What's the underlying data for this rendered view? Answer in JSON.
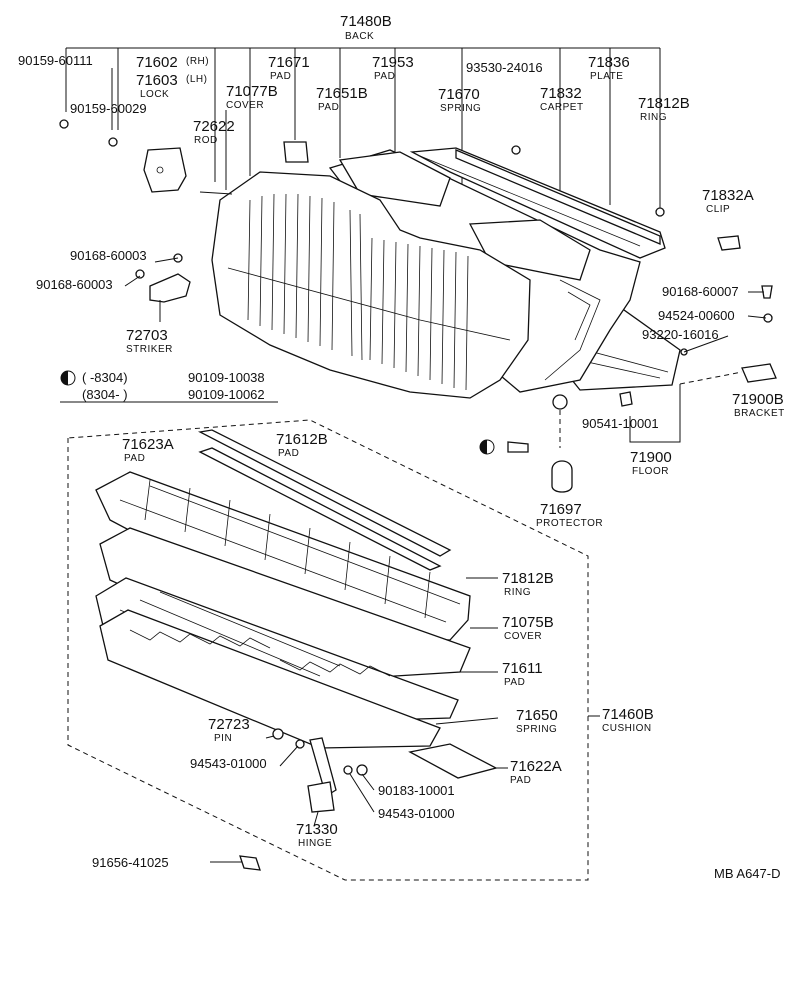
{
  "diagram_code": "MB  A647-D",
  "labels": {
    "back": {
      "num": "71480B",
      "name": "BACK"
    },
    "bolt_90159_60111": "90159-60111",
    "lock_rh": "71602",
    "lock_rh_suffix": "(RH)",
    "lock_lh": "71603",
    "lock_lh_suffix": "(LH)",
    "lock_name": "LOCK",
    "bolt_90159_60029": "90159-60029",
    "pad_71671": {
      "num": "71671",
      "name": "PAD"
    },
    "cover_71077b": {
      "num": "71077B",
      "name": "COVER"
    },
    "pad_71651b": {
      "num": "71651B",
      "name": "PAD"
    },
    "pad_71953": {
      "num": "71953",
      "name": "PAD"
    },
    "spring_71670": {
      "num": "71670",
      "name": "SPRING"
    },
    "clip_93530": "93530-24016",
    "carpet_71832": {
      "num": "71832",
      "name": "CARPET"
    },
    "plate_71836": {
      "num": "71836",
      "name": "PLATE"
    },
    "ring_71812b_top": {
      "num": "71812B",
      "name": "RING"
    },
    "rod_72622": {
      "num": "72622",
      "name": "ROD"
    },
    "clip_71832a": {
      "num": "71832A",
      "name": "CLIP"
    },
    "screw_90168_a": "90168-60003",
    "screw_90168_b": "90168-60003",
    "striker_72703": {
      "num": "72703",
      "name": "STRIKER"
    },
    "screw_90168_60007": "90168-60007",
    "nut_94524": "94524-00600",
    "nut_93220": "93220-16016",
    "bracket_71900b": {
      "num": "71900B",
      "name": "BRACKET"
    },
    "nut_90541": "90541-10001",
    "floor_71900": {
      "num": "71900",
      "name": "FLOOR"
    },
    "protector_71697": {
      "num": "71697",
      "name": "PROTECTOR"
    },
    "spec_line1_range": "(       -8304)",
    "spec_line1_part": "90109-10038",
    "spec_line2_range": "(8304-          )",
    "spec_line2_part": "90109-10062",
    "pad_71623a": {
      "num": "71623A",
      "name": "PAD"
    },
    "pad_71612b": {
      "num": "71612B",
      "name": "PAD"
    },
    "ring_71812b_low": {
      "num": "71812B",
      "name": "RING"
    },
    "cover_71075b": {
      "num": "71075B",
      "name": "COVER"
    },
    "pad_71611": {
      "num": "71611",
      "name": "PAD"
    },
    "spring_71650": {
      "num": "71650",
      "name": "SPRING"
    },
    "cushion_71460b": {
      "num": "71460B",
      "name": "CUSHION"
    },
    "pin_72723": {
      "num": "72723",
      "name": "PIN"
    },
    "washer_94543_a": "94543-01000",
    "pad_71622a": {
      "num": "71622A",
      "name": "PAD"
    },
    "nut_90183": "90183-10001",
    "washer_94543_b": "94543-01000",
    "hinge_71330": {
      "num": "71330",
      "name": "HINGE"
    },
    "bolt_91656": "91656-41025"
  }
}
